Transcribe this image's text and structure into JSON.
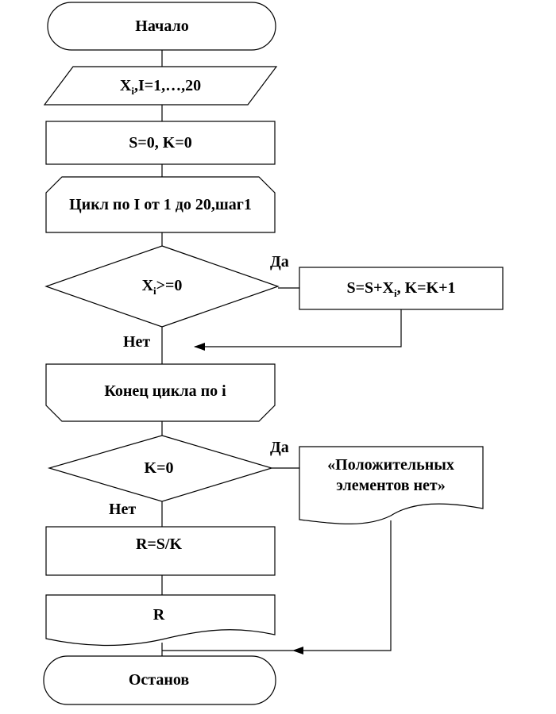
{
  "flowchart": {
    "start": {
      "label": "Начало"
    },
    "input": {
      "var": "X",
      "sub": "i",
      "rest": ",I=1,…,20"
    },
    "init": {
      "label": "S=0, K=0"
    },
    "loop_start": {
      "label": "Цикл по I от 1 до 20,шаг1"
    },
    "cond1": {
      "var": "X",
      "sub": "i",
      "rest": ">=0",
      "yes_label": "Да",
      "no_label": "Нет"
    },
    "accumulate": {
      "pre": "S=S+X",
      "sub": "i",
      "post": ", K=K+1"
    },
    "loop_end": {
      "label": "Конец цикла по i"
    },
    "cond2": {
      "label": "K=0",
      "yes_label": "Да",
      "no_label": "Нет"
    },
    "message": {
      "line1": "«Положительных",
      "line2": "элементов нет»"
    },
    "compute": {
      "label": "R=S/K"
    },
    "output": {
      "label": "R"
    },
    "stop": {
      "label": "Останов"
    }
  }
}
